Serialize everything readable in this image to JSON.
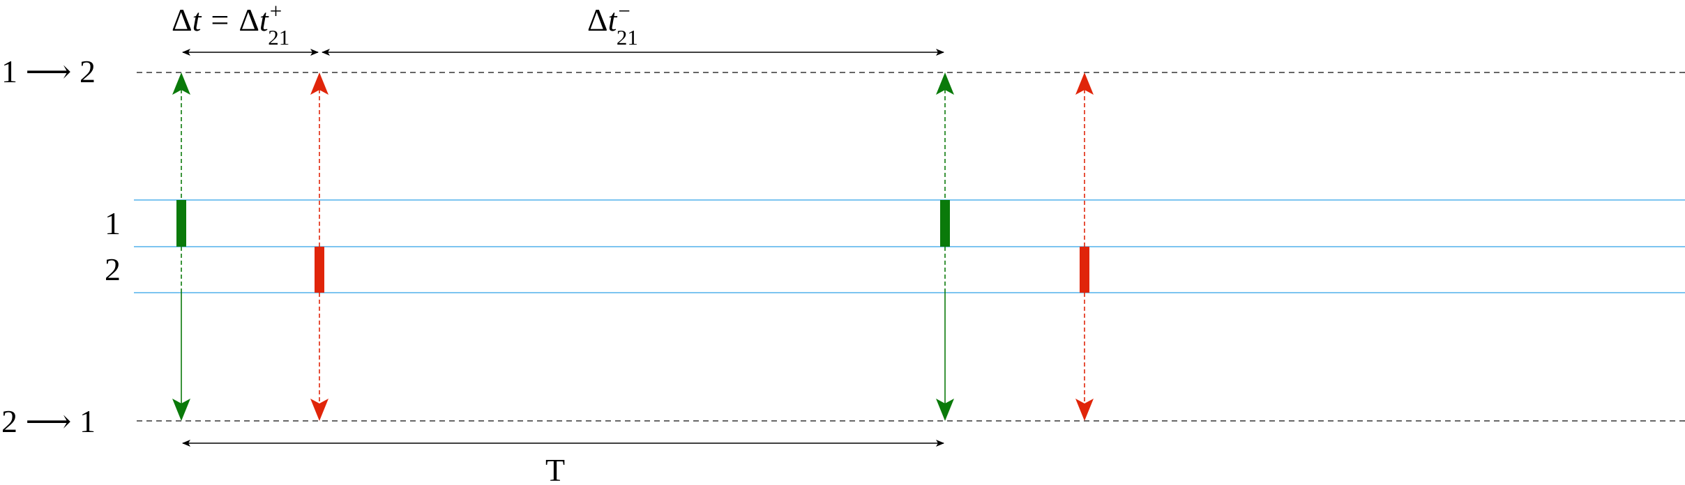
{
  "labels": {
    "top_transition": "1 ⟶ 2",
    "bottom_transition": "2 ⟶ 1",
    "level_1": "1",
    "level_2": "2",
    "delta_t_lhs_delta": "Δ",
    "delta_t_lhs_t": "t",
    "delta_t_eq": "=",
    "delta_t_rhs_delta": "Δ",
    "delta_t_rhs_t": "t",
    "delta_t_rhs_sup": "+",
    "delta_t_rhs_sub": "21",
    "delta_t_minus_delta": "Δ",
    "delta_t_minus_t": "t",
    "delta_t_minus_sup": "−",
    "delta_t_minus_sub": "21",
    "period": "T"
  },
  "colors": {
    "level_line": "#7cc4f0",
    "transition_line": "#333333",
    "green_event": "#0a7a0a",
    "red_event": "#e0250a",
    "dimension_arrow": "#000000"
  }
}
